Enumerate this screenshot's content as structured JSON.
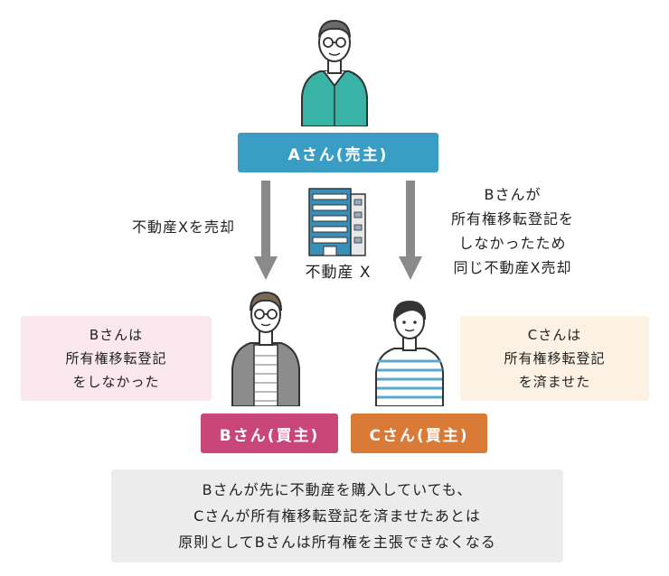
{
  "colors": {
    "seller": "#3a9ec4",
    "buyer_b": "#c8467a",
    "buyer_c": "#d97b37",
    "note_b_bg": "#fbe7ee",
    "note_c_bg": "#fcf1e3",
    "bottom_bg": "#ececec",
    "arrow": "#8a8a8a"
  },
  "seller": {
    "label": "Aさん(売主)",
    "icon": "seller-person-icon"
  },
  "property": {
    "label": "不動産 X",
    "icon": "apartment-building-icon"
  },
  "left_arrow": {
    "caption": "不動産Xを売却"
  },
  "right_arrow": {
    "caption": [
      "Bさんが",
      "所有権移転登記を",
      "しなかったため",
      "同じ不動産X売却"
    ]
  },
  "buyer_b": {
    "label": "Bさん(買主)",
    "icon": "buyer-b-person-icon",
    "note": [
      "Bさんは",
      "所有権移転登記",
      "をしなかった"
    ]
  },
  "buyer_c": {
    "label": "Cさん(買主)",
    "icon": "buyer-c-person-icon",
    "note": [
      "Cさんは",
      "所有権移転登記",
      "を済ませた"
    ]
  },
  "conclusion": [
    "Bさんが先に不動産を購入していても、",
    "Cさんが所有権移転登記を済ませたあとは",
    "原則としてBさんは所有権を主張できなくなる"
  ]
}
